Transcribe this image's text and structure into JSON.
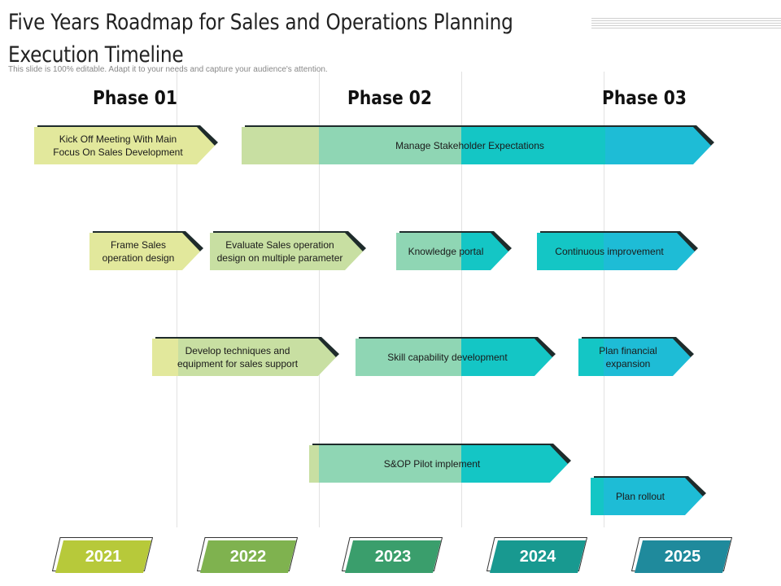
{
  "header": {
    "title_line1": "Five Years Roadmap for Sales and Operations Planning",
    "title_line2": "Execution Timeline",
    "subtitle": "This slide is 100% editable. Adapt it to your needs and capture your audience's attention."
  },
  "phases": [
    "Phase 01",
    "Phase 02",
    "Phase 03"
  ],
  "tasks": [
    {
      "label": "Kick Off Meeting With Main\nFocus On Sales Development"
    },
    {
      "label": "Manage Stakeholder Expectations"
    },
    {
      "label": "Frame Sales\noperation design"
    },
    {
      "label": "Evaluate Sales operation\ndesign on multiple parameter"
    },
    {
      "label": "Knowledge portal"
    },
    {
      "label": "Continuous improvement"
    },
    {
      "label": "Develop techniques and\nequipment for sales support"
    },
    {
      "label": "Skill capability development"
    },
    {
      "label": "Plan financial\nexpansion"
    },
    {
      "label": "S&OP Pilot implement"
    },
    {
      "label": "Plan rollout"
    }
  ],
  "years": [
    "2021",
    "2022",
    "2023",
    "2024",
    "2025"
  ],
  "colors": {
    "lime": "#e2e89c",
    "light_green": "#c8dfa2",
    "mint": "#8fd6b4",
    "teal": "#14c6c5",
    "cyan": "#1ebcd6",
    "year_2021": "#b7c93a",
    "year_2022": "#7fb24f",
    "year_2023": "#3a9e6c",
    "year_2024": "#189990",
    "year_2025": "#1f8a9c"
  }
}
